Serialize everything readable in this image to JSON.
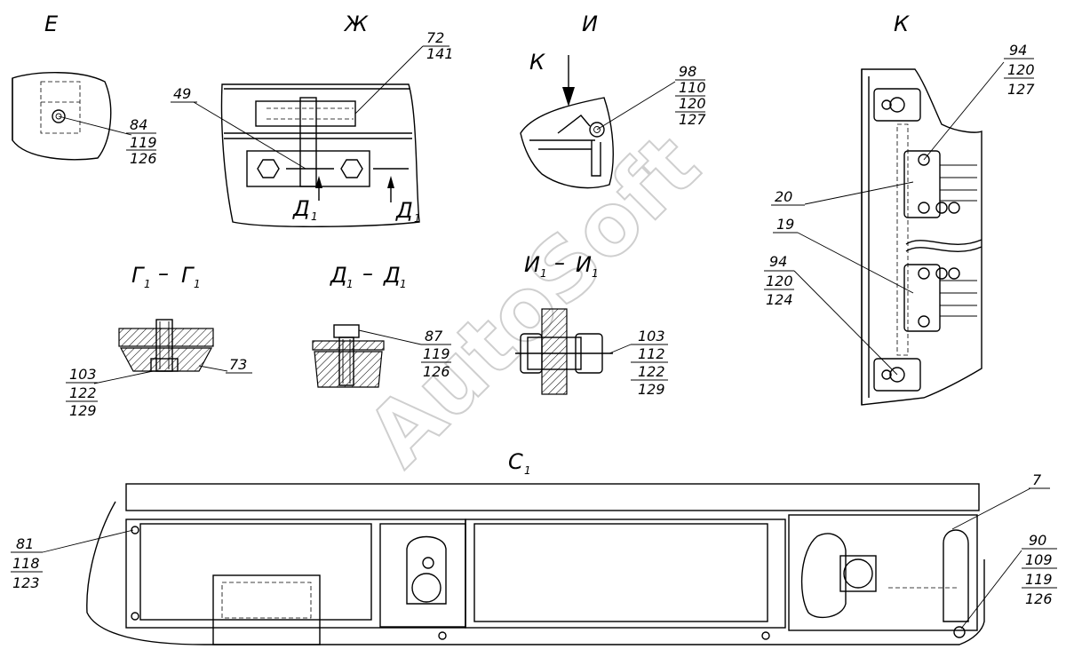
{
  "watermark": "AutoSoft",
  "views": {
    "e": "Е",
    "zh": "Ж",
    "i": "И",
    "k": "К",
    "k_arrow": "К",
    "g1": "Г",
    "g1_sub": "1",
    "g1_sep": "–",
    "g1_b": "Г",
    "g1_b_sub": "1",
    "d1": "Д",
    "d1_sub": "1",
    "d1_sep": "–",
    "d1_b": "Д",
    "d1_b_sub": "1",
    "i1": "И",
    "i1_sub": "1",
    "i1_sep": "–",
    "i1_b": "И",
    "i1_b_sub": "1",
    "c1": "С",
    "c1_sub": "1",
    "cut_d1_left": "Д",
    "cut_d1_left_sub": "1",
    "cut_d1_right": "Д",
    "cut_d1_right_sub": "1"
  },
  "callouts": {
    "e": [
      "84",
      "119",
      "126"
    ],
    "zh_a": [
      "72",
      "141"
    ],
    "zh_b": [
      "49"
    ],
    "i": [
      "98",
      "110",
      "120",
      "127"
    ],
    "k_top": [
      "94",
      "120",
      "127"
    ],
    "k_20": [
      "20"
    ],
    "k_19": [
      "19"
    ],
    "k_left": [
      "94",
      "120",
      "124"
    ],
    "g1_73": [
      "73"
    ],
    "g1": [
      "103",
      "122",
      "129"
    ],
    "d1": [
      "87",
      "119",
      "126"
    ],
    "i1": [
      "103",
      "112",
      "122",
      "129"
    ],
    "c1_left": [
      "81",
      "118",
      "123"
    ],
    "c1_7": [
      "7"
    ],
    "c1_right": [
      "90",
      "109",
      "119",
      "126"
    ]
  }
}
